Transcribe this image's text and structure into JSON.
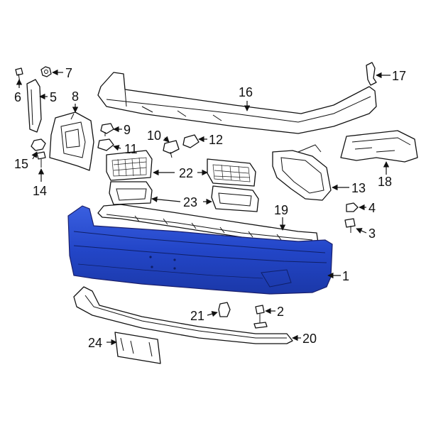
{
  "diagram": {
    "highlight_color": "#2346c8",
    "callouts": [
      {
        "id": "1",
        "label": "1"
      },
      {
        "id": "2",
        "label": "2"
      },
      {
        "id": "3",
        "label": "3"
      },
      {
        "id": "4",
        "label": "4"
      },
      {
        "id": "5",
        "label": "5"
      },
      {
        "id": "6",
        "label": "6"
      },
      {
        "id": "7",
        "label": "7"
      },
      {
        "id": "8",
        "label": "8"
      },
      {
        "id": "9",
        "label": "9"
      },
      {
        "id": "10",
        "label": "10"
      },
      {
        "id": "11",
        "label": "11"
      },
      {
        "id": "12",
        "label": "12"
      },
      {
        "id": "13",
        "label": "13"
      },
      {
        "id": "14",
        "label": "14"
      },
      {
        "id": "15",
        "label": "15"
      },
      {
        "id": "16",
        "label": "16"
      },
      {
        "id": "17",
        "label": "17"
      },
      {
        "id": "18",
        "label": "18"
      },
      {
        "id": "19",
        "label": "19"
      },
      {
        "id": "20",
        "label": "20"
      },
      {
        "id": "21",
        "label": "21"
      },
      {
        "id": "22",
        "label": "22"
      },
      {
        "id": "23",
        "label": "23"
      },
      {
        "id": "24",
        "label": "24"
      }
    ]
  }
}
